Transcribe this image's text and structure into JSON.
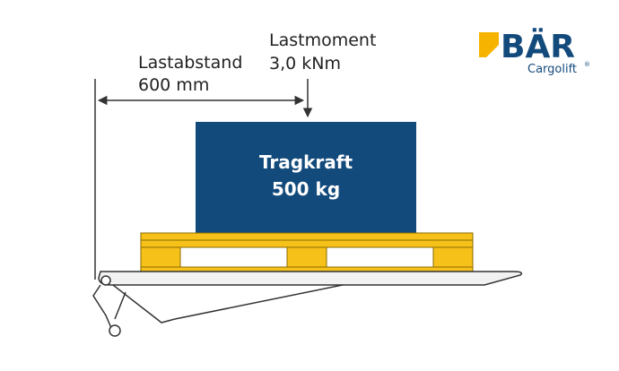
{
  "labels": {
    "lastabstand_title": "Lastabstand",
    "lastabstand_value": "600 mm",
    "lastmoment_title": "Lastmoment",
    "lastmoment_value": "3,0 kNm",
    "tragkraft_title": "Tragkraft",
    "tragkraft_value": "500 kg"
  },
  "logo": {
    "brand": "BÄR",
    "sub": "Cargolift",
    "reg": "®"
  },
  "colors": {
    "load_box": "#134a7c",
    "pallet_yellow": "#f6c21a",
    "pallet_stroke": "#8a6a00",
    "brand_blue": "#134a7c",
    "brand_yellow": "#f6b400",
    "line": "#333333",
    "platform_fill": "#f2f2f2"
  }
}
